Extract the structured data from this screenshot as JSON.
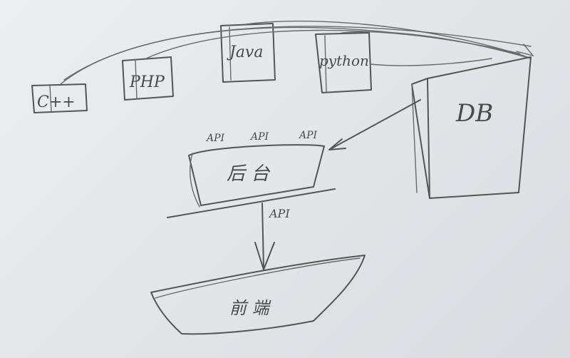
{
  "languages": [
    {
      "label": "C++"
    },
    {
      "label": "PHP"
    },
    {
      "label": "Java"
    },
    {
      "label": "python"
    }
  ],
  "db": {
    "label": "DB"
  },
  "middle": {
    "title": "后 台",
    "apis": [
      "API",
      "API",
      "API"
    ]
  },
  "link_label": "API",
  "bottom": {
    "title": "前 端"
  }
}
